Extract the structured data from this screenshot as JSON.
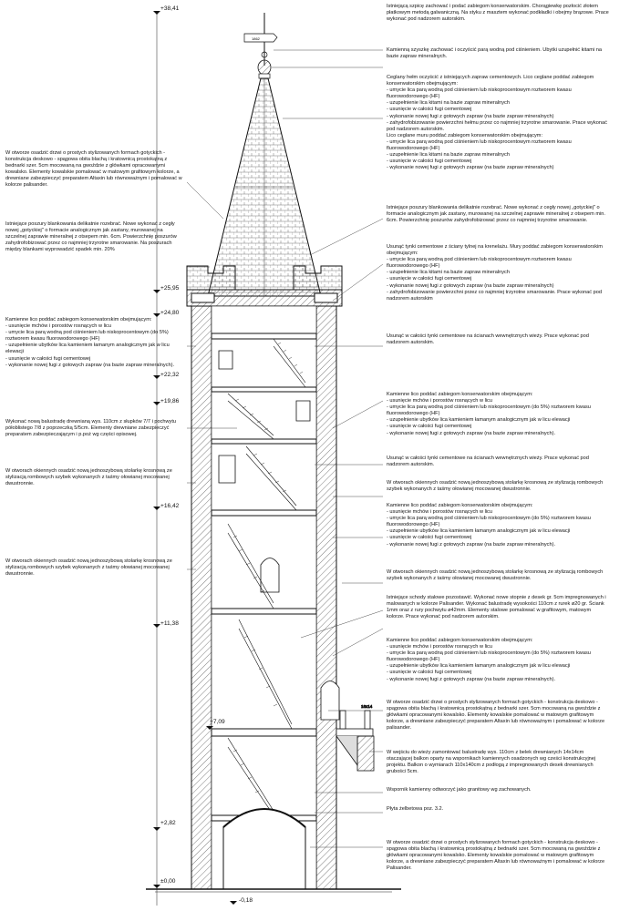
{
  "levels": [
    "+38,41",
    "+25,95",
    "+24,80",
    "+22,32",
    "+19,86",
    "+16,42",
    "+11,38",
    "+7,09",
    "+2,82",
    "±0,00",
    "-0,18"
  ],
  "vane_label": "1862",
  "detail_label": "16x14",
  "right_notes": [
    "Istniejącą szpicę zachować i podać zabiegom konserwatorskim. Chorągiewkę pozłocić złotem płatkowym metodą galwaniczną. Na styku z masztem wykonać podkładki i obejmy brązowe. Prace wykonać pod nadzorem autorskim.",
    "Kamienną szyszkę zachować i oczyścić parą wodną pod ciśnieniem. Ubytki uzupełnić kitami na bazie zapraw mineralnych.",
    "Ceglany hełm oczyścić z istniejących zapraw cementowych. Lico ceglane poddać zabiegom konserwatorskim obejmującym:\n- umycie lica parą wodną pod ciśnieniem lub niskoprocentowym roztworem kwasu fluorowodorowego (HF)\n- uzupełnienie lica kitami na bazie zapraw mineralnych\n- usunięcie w całości fugi cementowej\n- wykonanie nowej fugi z gotowych zapraw (na bazie zapraw mineralnych)\n- zahydrofobizowanie powierzchni hełmu przez co najmniej trzyrotne smarowanie. Prace wykonać pod nadzorem autorskim.\nLico ceglane muru poddać zabiegom konserwatorskim obejmującym:\n- umycie lica parą wodną pod ciśnieniem lub niskoprocentowym roztworem kwasu fluorowodorowego (HF)\n- uzupełnienie lica kitami na bazie zapraw mineralnych\n- usunięcie w całości fugi cementowej\n- wykonanie nowej fugi z gotowych zapraw (na bazie zapraw mineralnych)",
    "Istniejące poszury blankowania delikatnie rozebrać. Nowe wykonać z cegły nowej „gotyckiej\" o formacie analogicznym jak zastany, murowanej na szczelnej zaprawie mineralnej z otsepem min. 6cm. Powierzchnię poszurów zahydrofobizować przez co najmniej trzyrotne smarowanie.",
    "Usunąć tynki cementowe z ściany tylnej na krenelażu. Mury poddać zabiegom konserwatorskim obejmującym:\n- umycie lica parą wodną pod ciśnieniem lub niskoprocentowym roztworem kwasu fluorowodorowego (HF)\n- uzupełnienie lica kitami na bazie zapraw mineralnych\n- usunięcie w całości fugi cementowej\n- wykonanie nowej fugi z gotowych zapraw (na bazie zapraw mineralnych)\n- zahydrofobizowanie powierzchni przez co najmniej trzyrotne smarowanie. Prace wykonać pod nadzorem autorskim",
    "Usunąć w całości tynki cementowe na ścianach wewnętrznych wieży. Prace wykonać pod nadzorem autorskim.",
    "Kamienne lico poddać zabiegom konserwatorskim obejmującym:\n- usunięcie mchów i porostów rosnących w licu\n- umycie lica parą wodną pod ciśnieniem lub niskoprocentowym (do 5%) roztworem kwasu fluorowodorowego (HF)\n- uzupełnienie ubytków lica kamieniem łamanym analogicznym jak w licu elewacji\n- usunięcie w całości fugi cementowej\n- wykonanie nowej fugi z gotowych zapraw (na bazie zapraw mineralnych).",
    "Usunąć w całości tynki cementowe na ścianach wewnętrznych wieży. Prace wykonać pod nadzorem autorskim.",
    "W otworach okiennych osadzić nową jednoszybową stolarkę krosnową ze stylizacją rombowych szybek wykonanych z taśmy ołowianej mocowanej dwustronnie.",
    "Kamienne lico poddać zabiegom konserwatorskim obejmującym:\n- usunięcie mchów i porostów rosnących w licu\n- umycie lica parą wodną pod ciśnieniem lub niskoprocentowym (do 5%) roztworem kwasu fluorowodorowego (HF)\n- uzupełnienie ubytków lica kamieniem łamanym analogicznym jak w licu elewacji\n- usunięcie w całości fugi cementowej\n- wykonanie nowej fugi z gotowych zapraw (na bazie zapraw mineralnych).",
    "W otworach okiennych osadzić nową jednoszybową stolarkę krosnową ze stylizacją rombowych szybek wykonanych z taśmy ołowianej mocowanej dwustronnie.",
    "Istniejące schody stalowe pozostawić. Wykonać nowe stopnie z desek gr. 5cm impregnowanych i malowanych w kolorze Palisander. Wykonać balustradę wysokości 110cm z rurek ø20 gr. Ściank 1mm oraz z rury pochwytu ø42mm. Elementy stalowe pomalować w grafitowym, matowym kolorze. Prace wykonać pod nadzorem autorskim.",
    "Kamienne lico poddać zabiegom konserwatorskim obejmującym:\n- usunięcie mchów i porostów rosnących w licu\n- umycie lica parą wodną pod ciśnieniem lub niskoprocentowym (do 5%) roztworem kwasu fluorowodorowego (HF)\n- uzupełnienie ubytków lica kamieniem łamanym analogicznym jak w licu elewacji\n- usunięcie w całości fugi cementowej\n- wykonanie nowej fugi z gotowych zapraw (na bazie zapraw mineralnych).",
    "W otworze osadzić drzwi o prostych stylizowanych formach gotyckich - konstrukcja deskowo - spągowa obita blachą i kratownicą prostokątną z bednarki szer. 5cm mocowaną na gwoździe z główkami opracowanymi kowalsko. Elementy kowalskie pomalować w matowym grafitowym kolorze, a drewniane zabezpieczyć preparatem Altaxin lub równoważnym i pomalować w kolorze palisander.",
    "W wejściu do wieży zamontować balustradę wys. 110cm z belek drewnianych 14x14cm otaczającej balkon oparty na wspornikach kamiennych osadzonych wg cześci konstrukcyjnej projektu. Balkon o wymiarach 110x140cm z podłogą z impregnowanych desek drewnianych grubości 5cm.",
    "Wspornik kamienny odtworzyć jako granitowy wg zachowanych.",
    "Płyta żelbetowa poz. 3.2.",
    "W otworze osadzić drzwi o prostych stylizowanych formach gotyckich - konstrukcja deskowo - spągowa obita blachą i kratownicą prostokątną z bednarki szer. 5cm mocowaną na gwoździe z główkami opracowanymi kowalsko. Elementy kowalskie pomalować w matowym grafitowym kolorze, a drewniane zabezpieczyć preparatem Altaxin lub równoważnym i pomalować w kolorze Palisander."
  ],
  "left_notes": [
    "W otworze osadzić drzwi o prostych stylizowanych formach gotyckich - konstrukcja deskowo - spągowa obita blachą i kratownicą prostokątną z bednarki szer. 5cm mocowaną na gwoździe z główkami opracowanymi kowalsko. Elementy kowalskie pomalować w matowym grafitowym kolorze, a drewniane zabezpieczyć preparatem Altaxin lub równoważnym i pomalować w kolorze palisander.",
    "Istniejące poszury blankowania delikatnie rozebrać. Nowe wykonać z cegły nowej „gotyckiej\" o formacie analogicznym jak zastany, murowanej na szczelnej zaprawie mineralnej z otsepem min. 6cm. Powierzchnię poszurów zahydrofobizować przez co najmniej trzyrotne smarowanie. Na poszurach między blankami wyprowadzić spadek min. 20%",
    "Kamienne lico poddać zabiegom konserwatorskim obejmującym:\n- usunięcie mchów i porostów rosnących w licu\n- umycie lica parą wodną pod ciśnieniem lub niskoprocentowym (do 5%) roztworem kwasu fluorowodorowego (HF)\n- uzupełnienie ubytków lica kamieniem łamanym analogicznym jak w licu elewacji\n- usunięcie w całości fugi cementowej\n- wykonanie nowej fugi z gotowych zapraw (na bazie zapraw mineralnych).",
    "Wykonać nową balustradę drewnianą wys. 110cm z słupków 7/7 i pochwytu półoblistego 7/8 z poprzeczką 5/5cm. Elementy drewniane zabezpieczyć preparatem zabezpieczającym i p.poż wg części opisowej.",
    "W otworach okiennych osadzić nową jednoszybową stolarkę krosnową ze stylizacją rombowych szybek wykonanych z taśmy ołowianej mocowanej dwustronnie.",
    "W otworach okiennych osadzić nową jednoszybową stolarkę krosnową ze stylizacją rombowych szybek wykonanych z taśmy ołowianej mocowanej dwustronnie."
  ]
}
